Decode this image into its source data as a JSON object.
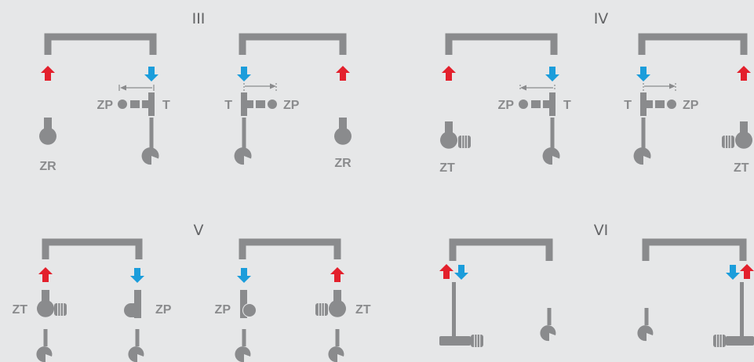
{
  "sections": [
    {
      "id": "III",
      "label": "III"
    },
    {
      "id": "IV",
      "label": "IV"
    },
    {
      "id": "V",
      "label": "V"
    },
    {
      "id": "VI",
      "label": "VI"
    }
  ],
  "labels": {
    "zr": "ZR",
    "zp": "ZP",
    "t": "T",
    "zt": "ZT"
  },
  "colors": {
    "background": "#e6e7e8",
    "element": "#8a8b8d",
    "supply_arrow": "#e3202c",
    "return_arrow": "#1b9ddb",
    "section_label": "#636466"
  },
  "icons": {
    "supply": "arrow-up-red-icon",
    "return": "arrow-down-blue-icon",
    "detentor": "lockshield-valve-icon",
    "thermostatic": "thermostatic-head-icon"
  }
}
